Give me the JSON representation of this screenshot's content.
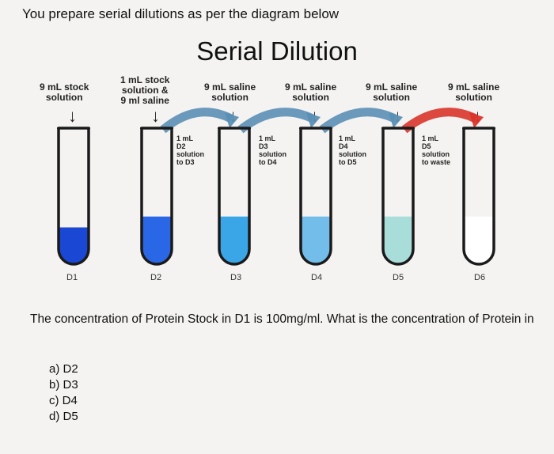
{
  "intro": "You prepare serial dilutions as per the diagram below",
  "title": "Serial Dilution",
  "tubes": [
    {
      "name": "D1",
      "top_label": [
        "9 mL stock",
        "solution"
      ],
      "transfer": [],
      "fill_color": "#1a47d4",
      "fill_fraction": 0.27
    },
    {
      "name": "D2",
      "top_label": [
        "1 mL stock",
        "solution &",
        "9 ml saline"
      ],
      "transfer": [
        "1 mL",
        "D2",
        "solution",
        "to D3"
      ],
      "fill_color": "#2a67e6",
      "fill_fraction": 0.35
    },
    {
      "name": "D3",
      "top_label": [
        "9 mL saline",
        "solution"
      ],
      "transfer": [
        "1 mL",
        "D3",
        "solution",
        "to D4"
      ],
      "fill_color": "#3aa6e8",
      "fill_fraction": 0.35
    },
    {
      "name": "D4",
      "top_label": [
        "9 mL saline",
        "solution"
      ],
      "transfer": [
        "1 mL",
        "D4",
        "solution",
        "to D5"
      ],
      "fill_color": "#72bde9",
      "fill_fraction": 0.35
    },
    {
      "name": "D5",
      "top_label": [
        "9 mL saline",
        "solution"
      ],
      "transfer": [
        "1 mL",
        "D5",
        "solution",
        "to waste"
      ],
      "fill_color": "#a8ddd9",
      "fill_fraction": 0.35
    },
    {
      "name": "D6",
      "top_label": [
        "9 mL saline",
        "solution"
      ],
      "transfer": [],
      "fill_color": "#ffffff",
      "fill_fraction": 0.35
    }
  ],
  "arrow_colors": {
    "transfer": "#5b8fb5",
    "waste": "#d9342a"
  },
  "question": "The concentration of Protein Stock in D1 is 100mg/ml. What is the concentration of Protein in",
  "options": [
    "a) D2",
    "b) D3",
    "c) D4",
    "d) D5"
  ]
}
